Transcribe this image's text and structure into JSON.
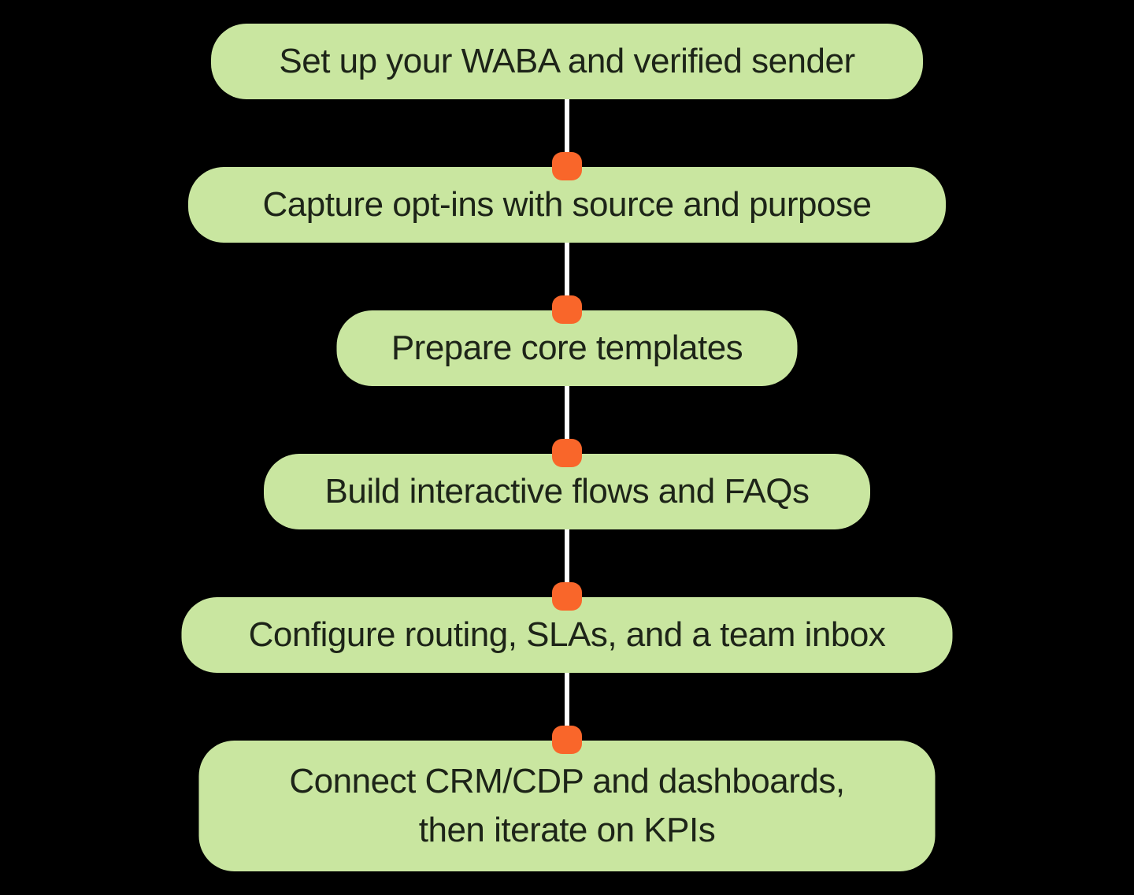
{
  "diagram": {
    "type": "vertical-flowchart",
    "steps": [
      {
        "label": "Set up your WABA and verified sender"
      },
      {
        "label": "Capture opt-ins with source and purpose"
      },
      {
        "label": "Prepare core templates"
      },
      {
        "label": "Build interactive flows and FAQs"
      },
      {
        "label": "Configure routing, SLAs, and a team inbox"
      },
      {
        "label": "Connect CRM/CDP and dashboards,\nthen iterate on KPIs"
      }
    ]
  },
  "colors": {
    "background": "#000000",
    "node-bg": "#c9e6a0",
    "node-text": "#1d2418",
    "connector-line": "#ffffff",
    "connector-dot": "#f9662a"
  }
}
